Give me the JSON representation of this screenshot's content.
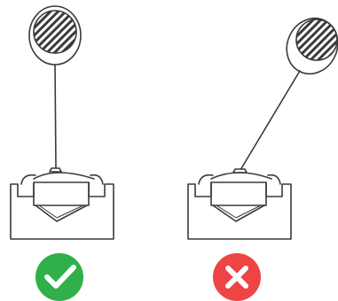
{
  "diagram": {
    "panels": [
      {
        "id": "correct",
        "verdict": "correct",
        "verdict_icon": "check-icon",
        "cable_orientation": "vertical"
      },
      {
        "id": "incorrect",
        "verdict": "incorrect",
        "verdict_icon": "cross-icon",
        "cable_orientation": "angled"
      }
    ],
    "colors": {
      "line": "#3a3a3a",
      "correct": "#2fb04a",
      "incorrect": "#ef4444",
      "background": "#ffffff"
    }
  }
}
